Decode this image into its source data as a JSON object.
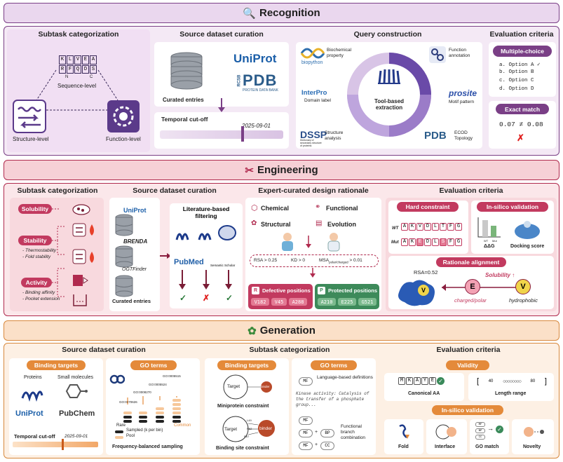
{
  "recognition": {
    "title": "Recognition",
    "subtask": {
      "title": "Subtask categorization",
      "sequence": "Sequence-level",
      "structure": "Structure-level",
      "function": "Function-level",
      "seq_letters": [
        "K",
        "L",
        "V",
        "E",
        "A",
        "R",
        "F",
        "Q",
        "D",
        "S"
      ],
      "n_label": "N",
      "c_label": "C"
    },
    "source": {
      "title": "Source dataset curation",
      "curated": "Curated entries",
      "uniprot": "UniProt",
      "pdb": "PDB",
      "pdb_sub": "PROTEIN DATA BANK",
      "rcsb": "RCSB",
      "cutoff": "Temporal cut-off",
      "date": "2025-09-01"
    },
    "query": {
      "title": "Query construction",
      "biopython": "biopython",
      "bio_prop": "Biochemical property",
      "interpro": "InterPro",
      "domain": "Domain label",
      "dssp": "DSSP",
      "dssp_sub": "Dictionary of secondary structure of proteins",
      "structure_analysis": "Structure analysis",
      "func_annot": "Function annotation",
      "prosite": "prosite",
      "motif": "Motif pattern",
      "ecod": "ECOD Topology",
      "center": "Tool-based extraction"
    },
    "eval": {
      "title": "Evaluation criteria",
      "mc": "Multiple-choice",
      "options": [
        "a. Option A ✓",
        "b. Option B",
        "c. Option C",
        "d. Option D"
      ],
      "exact": "Exact match",
      "eq": "0.07 ≠ 0.08",
      "cross": "✗"
    }
  },
  "engineering": {
    "title": "Engineering",
    "subtask": {
      "title": "Subtask categorization",
      "solubility": "Solubility",
      "stability": "Stability",
      "stab_items": [
        "- Thermostability",
        "- Fold stability"
      ],
      "activity": "Activity",
      "act_items": [
        "- Binding affinity",
        "- Pocket extension"
      ]
    },
    "source": {
      "title": "Source dataset curation",
      "uniprot": "UniProt",
      "brenda": "BRENDA",
      "ogt": "OGTFinder",
      "curated": "Curated entries",
      "lit": "Literature-based filtering",
      "pubmed": "PubMed",
      "scholar": "Semantic Scholar",
      "marks": [
        "✓",
        "✗",
        "✓"
      ]
    },
    "rationale": {
      "title": "Expert-curated design rationale",
      "chemical": "Chemical",
      "functional": "Functional",
      "structural": "Structural",
      "evolution": "Evolution",
      "rsa": "RSA > 0.25",
      "kd": "KD > 0",
      "msa": "MSA",
      "msa_sub": "polar/charged",
      "msa_val": " > 0.01",
      "defective_title": "Defective positions",
      "defective": [
        "V182",
        "V45",
        "A288"
      ],
      "protected_title": "Protected positions",
      "protected": [
        "A210",
        "E225",
        "G521"
      ],
      "d_badge": "R",
      "p_badge": "P"
    },
    "eval": {
      "title": "Evaluation criteria",
      "hard": "Hard constraint",
      "insilico": "In-silico validation",
      "wt": "WT",
      "mut": "Mut",
      "wt_seq": [
        "A",
        "K",
        "V",
        "D",
        "L",
        "T",
        "F",
        "G"
      ],
      "mut_seq": [
        "A",
        "K",
        "E",
        "D",
        "L",
        "S",
        "F",
        "G"
      ],
      "ddg": "ΔΔG",
      "wt_small": "WT",
      "mut_small": "Mut",
      "docking": "Docking score",
      "align": "Rationale alignment",
      "rsa": "RSA=0.52",
      "sol": "Solubility ↑",
      "e": "E",
      "v_big": "V",
      "v_small": "V",
      "charged": "charged/polar",
      "hydrophobic": "hydrophobic"
    }
  },
  "generation": {
    "title": "Generation",
    "source": {
      "title": "Source dataset curation",
      "binding": "Binding targets",
      "proteins": "Proteins",
      "small": "Small molecules",
      "uniprot": "UniProt",
      "pubchem": "PubChem",
      "cutoff": "Temporal cut-off",
      "date": "2025-09-01",
      "go": "GO terms",
      "go_ids": [
        "GO:0070626",
        "GO:0008270",
        "GO:0005524",
        "GO:0005515"
      ],
      "rare": "Rare",
      "common": "Common",
      "sampled": "Sampled (k per bin)",
      "pool": "Pool",
      "freq": "Frequency-balanced sampling"
    },
    "subtask": {
      "title": "Subtask categorization",
      "binding": "Binding targets",
      "target": "Target",
      "binder": "binder",
      "mini": "Miniprotein constraint",
      "site": "Binding site constraint",
      "l49": "L49",
      "r62": "R62",
      "r67": "R67",
      "go": "GO terms",
      "mf": "MF",
      "lang": "Language-based definitions",
      "kinase": "Kinase activity: Catalysis of the transfer of a phosphate group...",
      "bp": "BP",
      "cc": "CC",
      "plus": "+",
      "branch": "Functional branch combination"
    },
    "eval": {
      "title": "Evaluation criteria",
      "validity": "Validity",
      "canonical": "Canonical AA",
      "canon_seq": [
        "M",
        "K",
        "A",
        "Y",
        "E"
      ],
      "length_range": "Length range",
      "len_lo": "40",
      "len_hi": "80",
      "insilico": "In-silico validation",
      "fold": "Fold",
      "interface": "Interface",
      "go_match": "GO match",
      "novelty": "Novelty"
    }
  }
}
